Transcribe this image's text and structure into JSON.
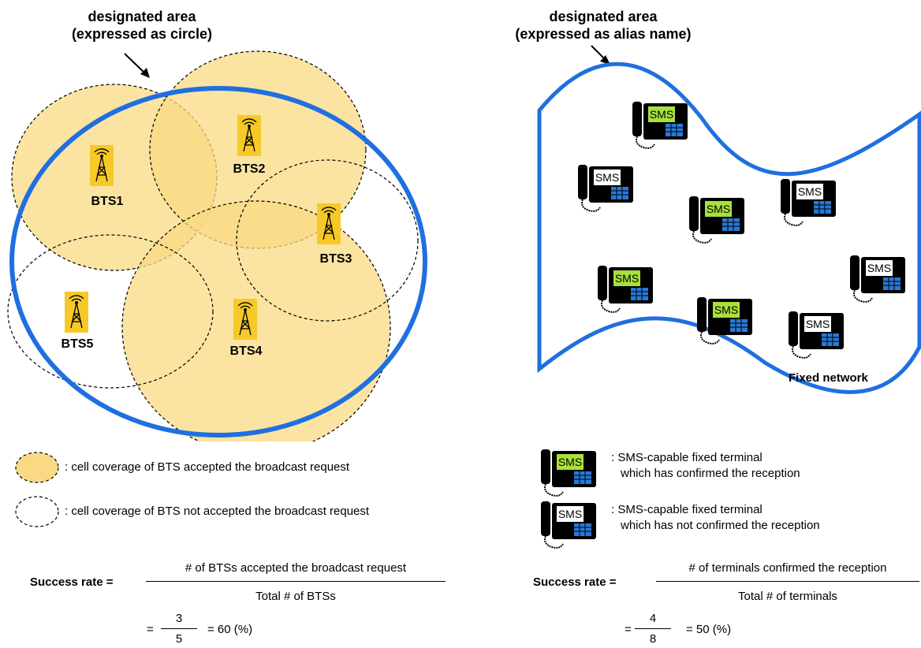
{
  "left": {
    "title_line1": "designated area",
    "title_line2": "(expressed as circle)",
    "bts": [
      {
        "label": "BTS1",
        "accepted": true
      },
      {
        "label": "BTS2",
        "accepted": true
      },
      {
        "label": "BTS3",
        "accepted": false
      },
      {
        "label": "BTS4",
        "accepted": true
      },
      {
        "label": "BTS5",
        "accepted": false
      }
    ],
    "legend_accepted": ": cell coverage of BTS accepted the broadcast request",
    "legend_not_accepted": ": cell coverage of BTS not accepted the broadcast request",
    "formula": {
      "label": "Success rate =",
      "numerator": "# of BTSs accepted the broadcast request",
      "denominator": "Total # of BTSs",
      "eq": "=",
      "value_num": "3",
      "value_den": "5",
      "result": "= 60 (%)"
    }
  },
  "right": {
    "title_line1": "designated area",
    "title_line2": "(expressed as alias name)",
    "terminal_text": "SMS",
    "network_label": "Fixed network",
    "terminals_confirmed": 4,
    "terminals_total": 8,
    "legend_confirmed_1": ": SMS-capable fixed terminal",
    "legend_confirmed_2": "which has confirmed the reception",
    "legend_not_confirmed_1": ": SMS-capable fixed terminal",
    "legend_not_confirmed_2": "which has not confirmed the reception",
    "formula": {
      "label": "Success rate =",
      "numerator": "# of terminals confirmed the reception",
      "denominator": "Total # of terminals",
      "eq": "=",
      "value_num": "4",
      "value_den": "8",
      "result": "= 50 (%)"
    }
  },
  "colors": {
    "accepted_fill": "#f9d983",
    "area_blue": "#1f6fe0",
    "tower_bg": "#f7c928",
    "sms_confirmed": "#a8e03c",
    "sms_not_confirmed": "#ffffff"
  }
}
